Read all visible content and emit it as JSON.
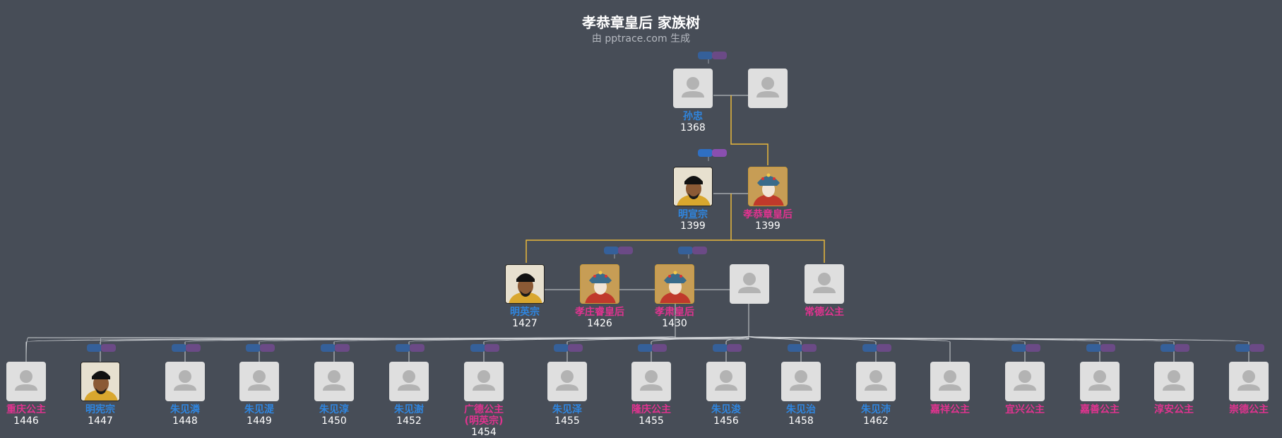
{
  "header": {
    "title": "孝恭章皇后 家族树",
    "subtitle": "由 pptrace.com 生成"
  },
  "colors": {
    "background": "#474d57",
    "male": "#2f86e0",
    "female": "#e0338f",
    "main_line": "#e8b83c",
    "thin_line": "#cfd2d6"
  },
  "people": [
    {
      "name": "孙忠",
      "year": "1368",
      "gender": "m",
      "avatar": "person-silhouette-icon"
    },
    {
      "name": "",
      "year": "",
      "gender": "f",
      "avatar": "person-silhouette-icon"
    },
    {
      "name": "明宣宗",
      "year": "1399",
      "gender": "m",
      "avatar": "emperor-portrait"
    },
    {
      "name": "孝恭章皇后",
      "year": "1399",
      "gender": "f",
      "avatar": "empress-portrait"
    },
    {
      "name": "明英宗",
      "year": "1427",
      "gender": "m",
      "avatar": "emperor-portrait"
    },
    {
      "name": "孝庄睿皇后",
      "year": "1426",
      "gender": "f",
      "avatar": "empress-portrait"
    },
    {
      "name": "孝肃皇后",
      "year": "1430",
      "gender": "f",
      "avatar": "empress-portrait"
    },
    {
      "name": "",
      "year": "",
      "gender": "f",
      "avatar": "person-silhouette-icon"
    },
    {
      "name": "常德公主",
      "year": "",
      "gender": "f",
      "avatar": "person-silhouette-icon"
    },
    {
      "name": "重庆公主",
      "year": "1446",
      "gender": "f",
      "avatar": "person-silhouette-icon"
    },
    {
      "name": "明宪宗",
      "year": "1447",
      "gender": "m",
      "avatar": "emperor-portrait"
    },
    {
      "name": "朱见潾",
      "year": "1448",
      "gender": "m",
      "avatar": "person-silhouette-icon"
    },
    {
      "name": "朱见湜",
      "year": "1449",
      "gender": "m",
      "avatar": "person-silhouette-icon"
    },
    {
      "name": "朱见淳",
      "year": "1450",
      "gender": "m",
      "avatar": "person-silhouette-icon"
    },
    {
      "name": "朱见澍",
      "year": "1452",
      "gender": "m",
      "avatar": "person-silhouette-icon"
    },
    {
      "name": "广德公主\n(明英宗)",
      "year": "1454",
      "gender": "f",
      "avatar": "person-silhouette-icon"
    },
    {
      "name": "朱见泽",
      "year": "1455",
      "gender": "m",
      "avatar": "person-silhouette-icon"
    },
    {
      "name": "隆庆公主",
      "year": "1455",
      "gender": "f",
      "avatar": "person-silhouette-icon"
    },
    {
      "name": "朱见浚",
      "year": "1456",
      "gender": "m",
      "avatar": "person-silhouette-icon"
    },
    {
      "name": "朱见治",
      "year": "1458",
      "gender": "m",
      "avatar": "person-silhouette-icon"
    },
    {
      "name": "朱见沛",
      "year": "1462",
      "gender": "m",
      "avatar": "person-silhouette-icon"
    },
    {
      "name": "嘉祥公主",
      "year": "",
      "gender": "f",
      "avatar": "person-silhouette-icon"
    },
    {
      "name": "宜兴公主",
      "year": "",
      "gender": "f",
      "avatar": "person-silhouette-icon"
    },
    {
      "name": "嘉善公主",
      "year": "",
      "gender": "f",
      "avatar": "person-silhouette-icon"
    },
    {
      "name": "淳安公主",
      "year": "",
      "gender": "f",
      "avatar": "person-silhouette-icon"
    },
    {
      "name": "崇德公主",
      "year": "",
      "gender": "f",
      "avatar": "person-silhouette-icon"
    }
  ]
}
